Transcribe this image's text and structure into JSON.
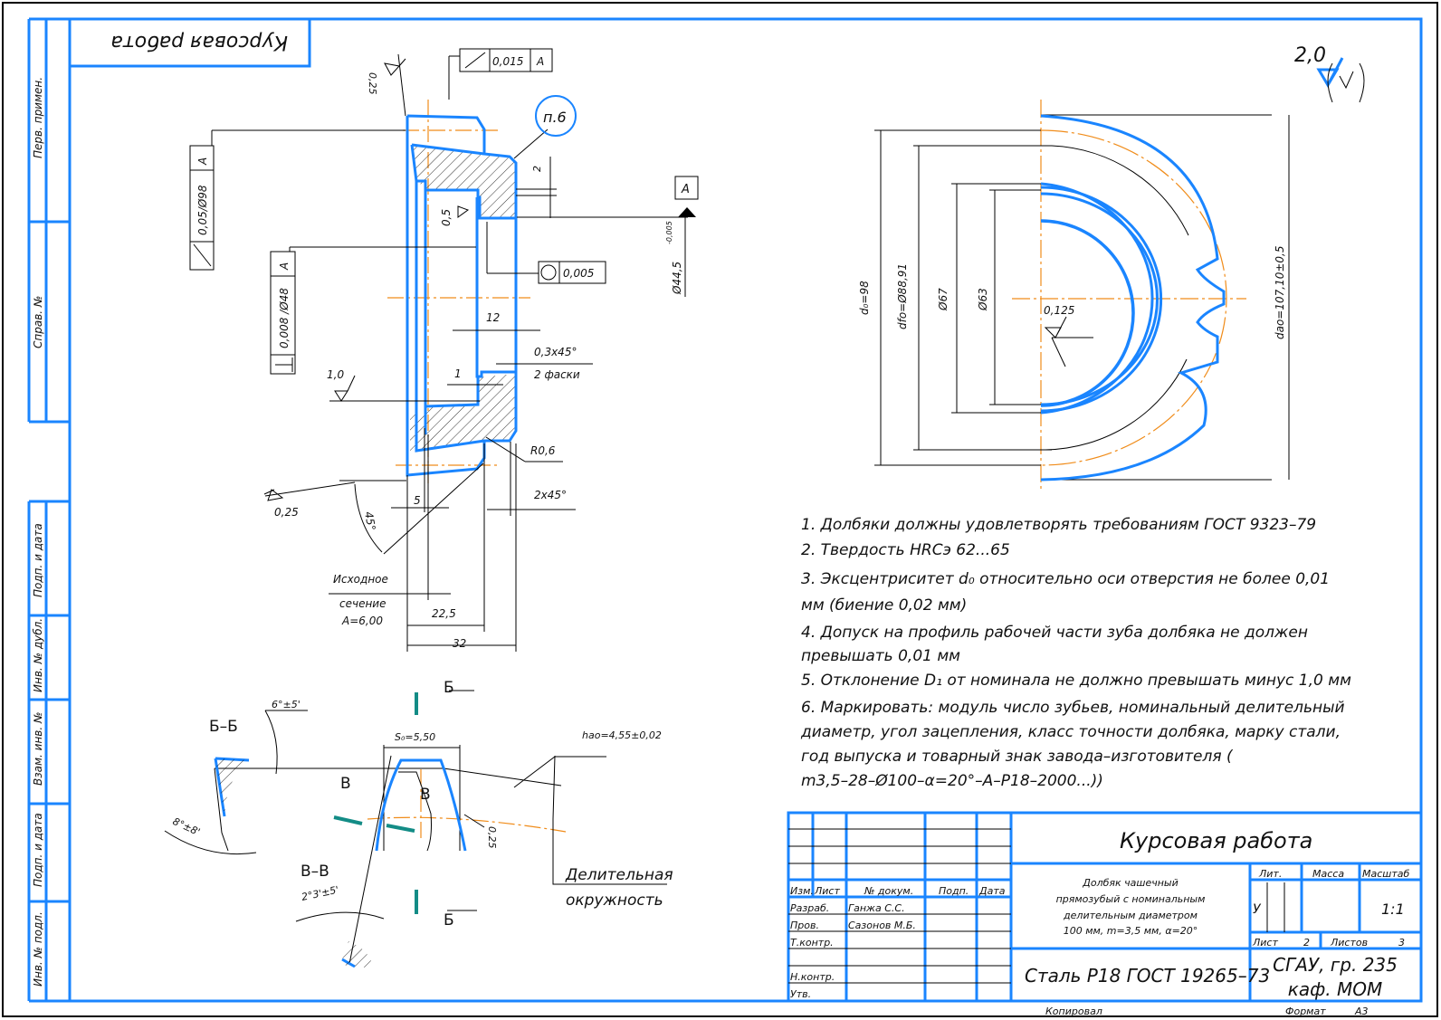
{
  "colors": {
    "frame": "#1a85ff",
    "contour": "#1a85ff",
    "axis": "#f08c1a",
    "section_mark": "#138c86",
    "line": "#000000"
  },
  "corner_title": "Курсовая работа",
  "side_strip": {
    "top": [
      "Перв. примен.",
      "Справ. №"
    ],
    "bottom": [
      "Подп. и дата",
      "Инв. № дубл.",
      "Взам. инв. №",
      "Подп. и дата",
      "Инв. № подл."
    ]
  },
  "roughness_general": {
    "value": "2,0",
    "symbol": "(✓)"
  },
  "section_view": {
    "tolerance_frames": [
      {
        "symbol": "runout-arrow",
        "value": "0,015",
        "datum": "A"
      },
      {
        "symbol": "runout-arrow",
        "value": "0,05/Ø98",
        "datum": "A"
      },
      {
        "symbol": "perpendicularity",
        "value": "0,008 /Ø48",
        "datum": "A"
      },
      {
        "symbol": "circularity",
        "value": "0,005",
        "datum": ""
      }
    ],
    "datum_label": "A",
    "note_ref": "п.6",
    "roughness": [
      "0,25",
      "0,5",
      "1,0",
      "0,25"
    ],
    "dims": {
      "d2": "2",
      "bore": "Ø44,5",
      "bore_tol": "-0,005",
      "w12": "12",
      "chamfer1": "0,3x45°",
      "chamfer1_note": "2 фаски",
      "w1": "1",
      "radius": "R0,6",
      "chamfer2": "2x45°",
      "w5": "5",
      "angle": "45°",
      "w22": "22,5",
      "w32": "32"
    },
    "initial_section": [
      "Исходное",
      "сечение",
      "A=6,00"
    ]
  },
  "front_view": {
    "dims": {
      "d0": "d₀=98",
      "dfo": "dfo=Ø88,91",
      "d67": "Ø67",
      "d63": "Ø63",
      "dao": "dao=107,10±0,5"
    },
    "roughness": "0,125"
  },
  "tooth_detail": {
    "section_bb": "Б–Б",
    "section_vv": "В–В",
    "label_b": "Б",
    "label_v": "В",
    "angle_top": "6°±5'",
    "angle_side": "8°±8'",
    "angle_vv": "2°3'±5'",
    "s0": "S₀=5,50",
    "hao": "hao=4,55±0,02",
    "roughness": "0,25",
    "pitch_circle": [
      "Делительная",
      "окружность"
    ]
  },
  "notes": [
    "1. Долбяки должны удовлетворять требованиям ГОСТ 9323–79",
    "2. Твердость HRCэ 62...65",
    "3. Эксцентриситет d₀ относительно оси отверстия не более 0,01",
    "мм (биение 0,02 мм)",
    "4. Допуск на профиль рабочей части зуба долбяка не должен",
    "превышать 0,01 мм",
    "5. Отклонение D₁ от номинала не должно превышать минус 1,0 мм",
    "6. Маркировать: модуль число зубьев, номинальный делительный",
    "диаметр, угол зацепления, класс точности долбяка, марку стали,",
    "год выпуска и товарный знак завода–изготовителя (",
    "m3,5–28–Ø100–α=20°–A–P18–2000...))"
  ],
  "title_block": {
    "title": "Курсовая работа",
    "description": [
      "Долбяк чашечный",
      "прямозубый с номинальным",
      "делительным диаметром",
      "100 мм, m=3,5 мм, α=20°"
    ],
    "material": "Сталь Р18 ГОСТ 19265–73",
    "org": [
      "СГАУ, гр. 235",
      "каф. МОМ"
    ],
    "headers": {
      "izm": "Изм.",
      "list": "Лист",
      "doc": "№ докум.",
      "sign": "Подп.",
      "date": "Дата"
    },
    "roles": [
      "Разраб.",
      "Пров.",
      "Т.контр.",
      "",
      "Н.контр.",
      "Утв."
    ],
    "names": [
      "Ганжа С.С.",
      "Сазонов М.Б.",
      "",
      "",
      "",
      ""
    ],
    "lit_label": "Лит.",
    "mass_label": "Масса",
    "scale_label": "Масштаб",
    "lit_value": "У",
    "scale_value": "1:1",
    "sheet_label": "Лист",
    "sheet_value": "2",
    "sheets_label": "Листов",
    "sheets_value": "3",
    "copied": "Копировал",
    "format_label": "Формат",
    "format_value": "A3"
  }
}
